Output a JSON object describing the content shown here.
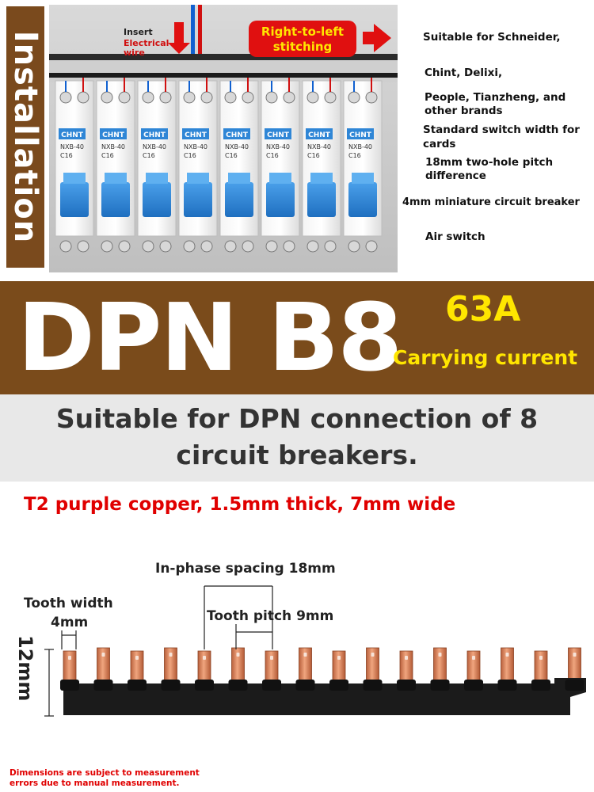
{
  "install": {
    "tab_label": "Installation",
    "insert_text": "Insert",
    "wire_text_1": "Electrical",
    "wire_text_2": "wire",
    "stitch_text_1": "Right-to-left",
    "stitch_text_2": "stitching",
    "breaker_brand": "CHNT",
    "breaker_model": "NXB-40",
    "breaker_rating": "C16",
    "breaker_count": 8,
    "colors": {
      "tab": "#7a4a1d",
      "breaker_handle": "#2f86d6",
      "wire_red": "#d01010",
      "wire_blue": "#1060d0"
    }
  },
  "notes": [
    "Suitable for Schneider,",
    "Chint, Delixi,",
    "People, Tianzheng, and",
    "other brands",
    "Standard switch width for",
    "cards",
    "18mm two-hole pitch",
    "difference",
    "4mm miniature circuit breaker",
    "Air switch"
  ],
  "banner": {
    "model": "DPN B8",
    "amperage": "63A",
    "amperage_caption": "Carrying current",
    "colors": {
      "background": "#7a4b1b",
      "highlight": "#ffe600"
    }
  },
  "subtitle": {
    "line1": "Suitable for DPN connection of 8",
    "line2": "circuit breakers."
  },
  "busbar": {
    "material": "T2 purple copper, 1.5mm thick, 7mm wide",
    "inphase_spacing": "In-phase spacing 18mm",
    "tooth_width_1": "Tooth width",
    "tooth_width_2": "4mm",
    "tooth_pitch": "Tooth pitch 9mm",
    "height": "12mm",
    "teeth_count": 16,
    "colors": {
      "copper": "#d9825a",
      "base": "#1c1c1c"
    }
  },
  "disclaimer": {
    "line1": "Dimensions are subject to measurement",
    "line2": "errors due to manual measurement."
  }
}
